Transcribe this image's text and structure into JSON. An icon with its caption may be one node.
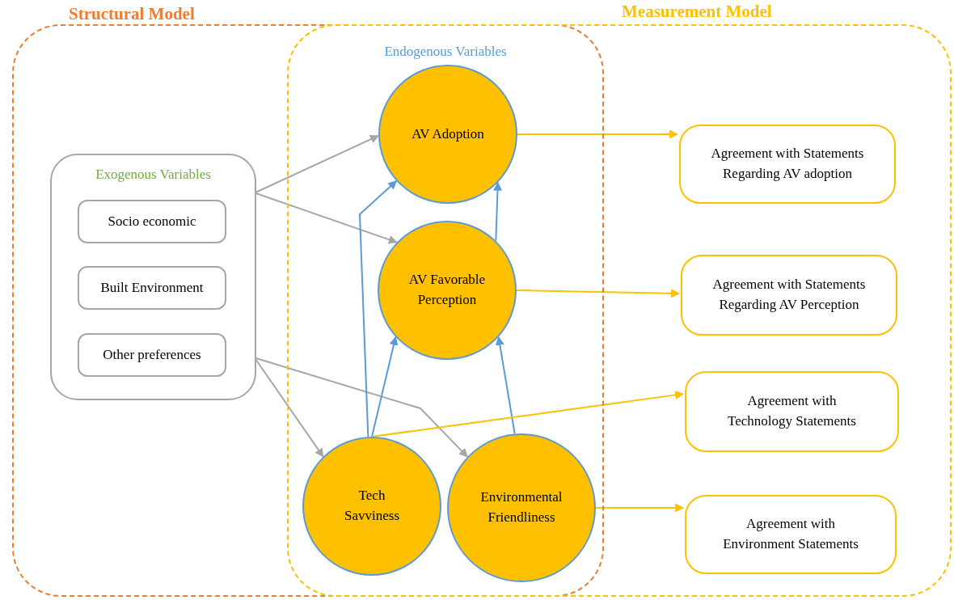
{
  "diagram": {
    "nodes": [
      {
        "text": [
          "Structural Model"
        ]
      },
      {
        "text": [
          "Exogenous Variables"
        ],
        "in": 0
      },
      {
        "text": [
          "Socio economic"
        ],
        "in": 1
      },
      {
        "text": [
          "Built Environment"
        ],
        "in": 1
      },
      {
        "text": [
          "Other preferences"
        ],
        "in": 1
      },
      {
        "text": [
          "Measurement Model"
        ]
      },
      {
        "text": [
          "AV Adoption"
        ]
      },
      {
        "text": [
          "AV Favorable Perception"
        ]
      },
      {
        "text": [
          "Tech Savviness"
        ]
      },
      {
        "text": [
          "Environmental Friendliness"
        ]
      },
      {
        "text": [
          "Agreement with Statements Regarding AV adoption"
        ],
        "in": 5
      },
      {
        "text": [
          "Agreement with Statements Regarding AV Perception"
        ],
        "in": 5
      },
      {
        "text": [
          "Agreement with Technology Statements"
        ],
        "in": 5
      },
      {
        "text": [
          "Agreement with Environment Statements"
        ],
        "in": 5
      }
    ],
    "edges": [
      {
        "from": 1,
        "to": 6,
        "arrow": "to",
        "color": "#a6a6a6"
      },
      {
        "from": 1,
        "to": 7,
        "arrow": "to",
        "color": "#a6a6a6"
      },
      {
        "from": 1,
        "to": 8,
        "arrow": "to",
        "color": "#a6a6a6"
      },
      {
        "from": 1,
        "to": 9,
        "arrow": "to",
        "color": "#a6a6a6"
      },
      {
        "from": 8,
        "to": 6,
        "arrow": "to",
        "color": "#5b9bd5"
      },
      {
        "from": 8,
        "to": 7,
        "arrow": "to",
        "color": "#5b9bd5"
      },
      {
        "from": 9,
        "to": 7,
        "arrow": "to",
        "color": "#5b9bd5"
      },
      {
        "from": 7,
        "to": 6,
        "arrow": "to",
        "color": "#5b9bd5"
      },
      {
        "from": 6,
        "to": 10,
        "arrow": "to",
        "color": "#ffc000"
      },
      {
        "from": 7,
        "to": 11,
        "arrow": "to",
        "color": "#ffc000"
      },
      {
        "from": 8,
        "to": 12,
        "arrow": "to",
        "color": "#ffc000"
      },
      {
        "from": 9,
        "to": 13,
        "arrow": "to",
        "color": "#ffc000"
      }
    ],
    "labels": [
      "Endogenous Variables"
    ]
  }
}
